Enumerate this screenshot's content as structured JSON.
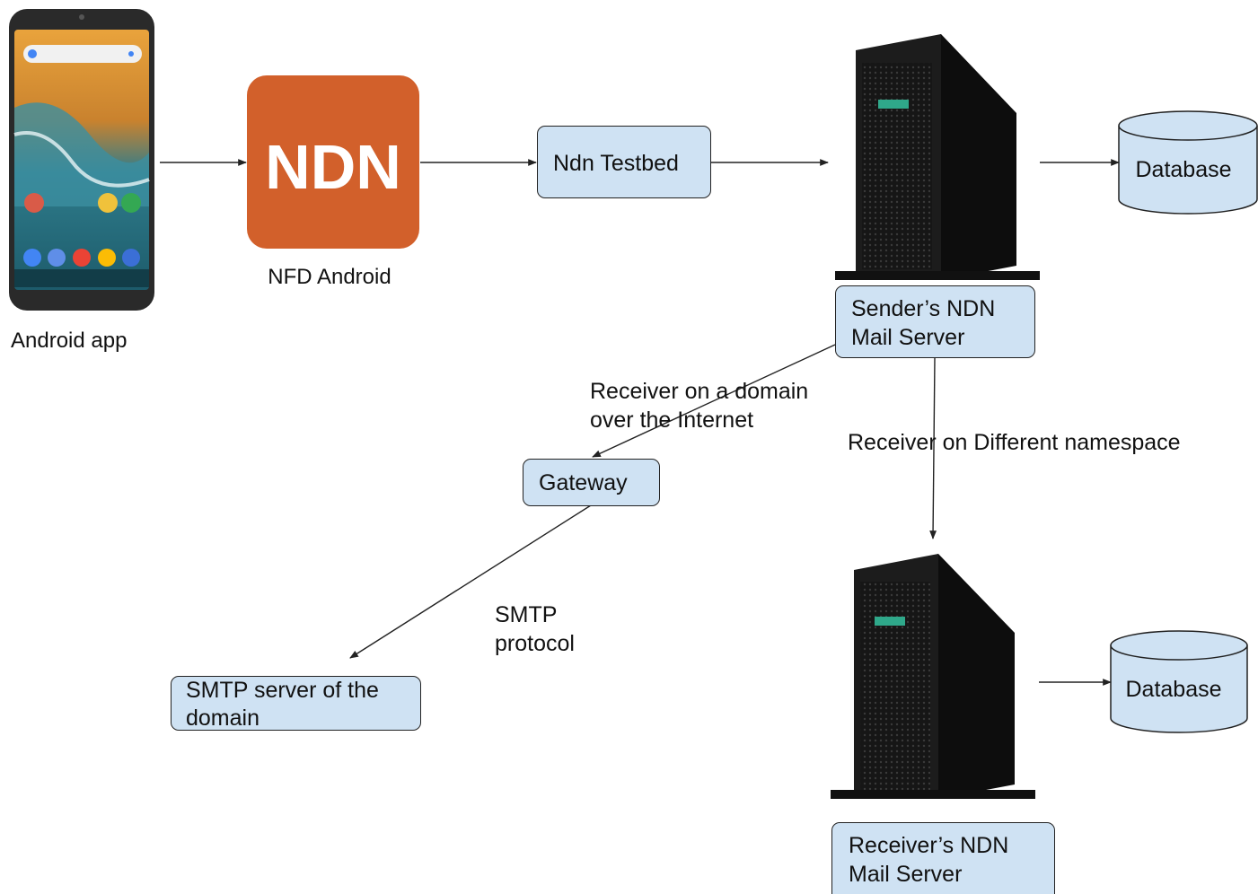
{
  "nodes": {
    "android_app": {
      "label": "Android app"
    },
    "nfd_android": {
      "logo_text": "NDN",
      "label": "NFD Android"
    },
    "testbed": {
      "label": "Ndn Testbed"
    },
    "sender_server": {
      "line1": "Sender’s NDN",
      "line2": "Mail Server"
    },
    "receiver_server": {
      "line1": "Receiver’s NDN",
      "line2": "Mail Server"
    },
    "database_top": {
      "label": "Database"
    },
    "database_bottom": {
      "label": "Database"
    },
    "gateway": {
      "label": "Gateway"
    },
    "smtp_server": {
      "line1": "SMTP server of the",
      "line2": "domain"
    }
  },
  "edges": {
    "receiver_domain": {
      "line1": "Receiver on a domain",
      "line2": "over the Internet"
    },
    "receiver_namespace": {
      "label": "Receiver on Different namespace"
    },
    "smtp_protocol": {
      "line1": "SMTP",
      "line2": "protocol"
    }
  },
  "colors": {
    "node_fill": "#cfe2f3",
    "ndn_logo": "#d2602b",
    "server_body": "#1c1c1c",
    "server_led": "#2fa88a"
  }
}
